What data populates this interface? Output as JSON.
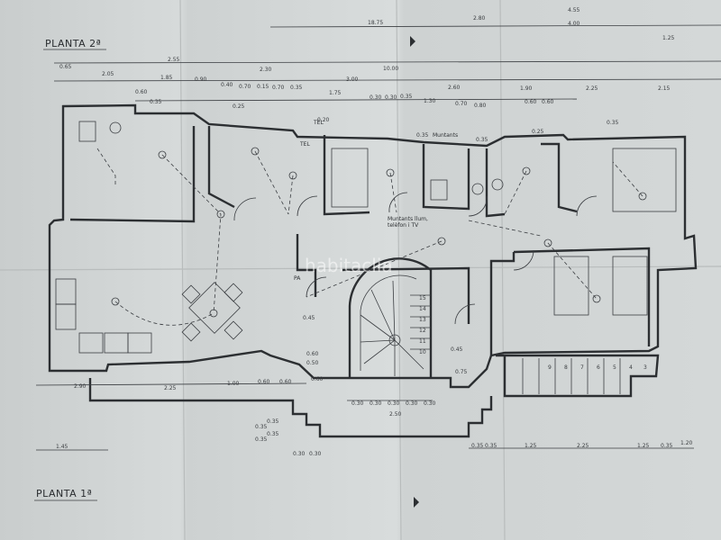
{
  "plan": {
    "title_upper": "PLANTA 2ª",
    "title_lower": "PLANTA 1ª",
    "watermark": "habitaclia",
    "labels": {
      "tel_1": "TEL",
      "tel_2": "TEL",
      "montants_1": "Muntants",
      "montants_2": "Muntants llum,",
      "montants_3": "telèfon i TV",
      "pa": "PA"
    },
    "top_dims": [
      "18.75",
      "2.80",
      "4.55",
      "4.00",
      "1.25"
    ],
    "row1_dims": [
      "0.65",
      "2.05",
      "1.85",
      "2.55",
      "2.30",
      "10.00"
    ],
    "row2_dims": [
      "0.90",
      "0.40",
      "0.70",
      "0.15",
      "0.70",
      "0.35",
      "3.00",
      "2.60",
      "1.90",
      "2.25",
      "2.15"
    ],
    "row3_dims": [
      "0.60",
      "0.35",
      "1.75",
      "0.30",
      "0.30",
      "0.35",
      "1.30",
      "0.70",
      "0.80",
      "0.60",
      "0.60"
    ],
    "inner_dims": [
      "0.25",
      "0.20",
      "0.35",
      "0.35",
      "0.25",
      "0.35"
    ],
    "bottom_dims": [
      "2.90",
      "2.25",
      "1.00",
      "0.60",
      "0.60",
      "0.60",
      "0.45"
    ],
    "stair_dims": [
      "0.30",
      "0.30",
      "0.30",
      "0.30",
      "0.30",
      "2.50"
    ],
    "lower_dims": [
      "0.35",
      "0.35",
      "0.35",
      "0.35",
      "0.30",
      "0.30"
    ],
    "right_dims": [
      "0.35",
      "0.35",
      "1.25",
      "2.25",
      "1.25",
      "0.35",
      "1.20"
    ],
    "left_dim": "1.45",
    "side_dims": [
      "0.60",
      "0.50",
      "0.45",
      "0.75"
    ],
    "stair_steps": [
      "15",
      "14",
      "13",
      "12",
      "11",
      "10"
    ],
    "ext_steps": [
      "9",
      "8",
      "7",
      "6",
      "5",
      "4",
      "3"
    ]
  }
}
